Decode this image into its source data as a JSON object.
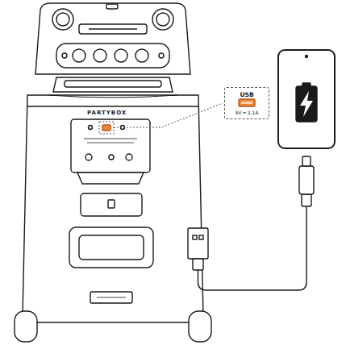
{
  "diagram": {
    "nodes": [
      {
        "text": [
          "USB",
          "5V ━ 2.1A"
        ]
      }
    ],
    "labels": [
      "PARTYBOX"
    ]
  }
}
